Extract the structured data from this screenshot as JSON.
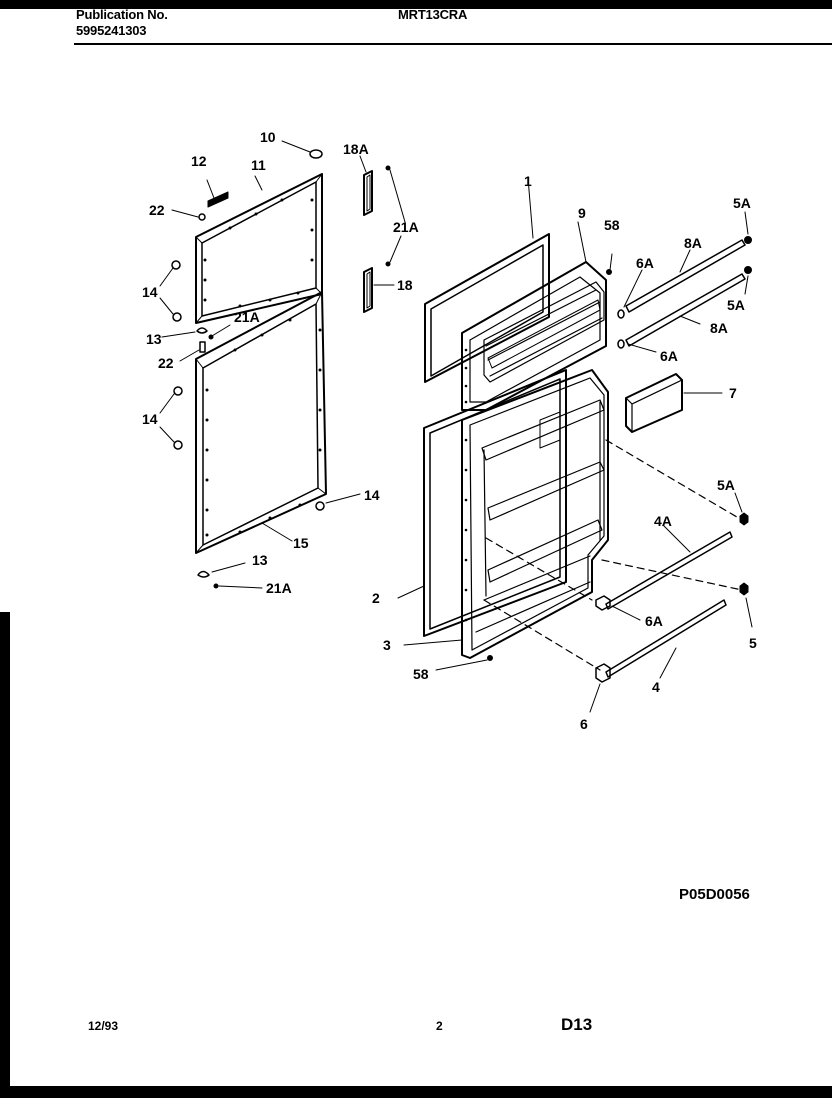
{
  "header": {
    "publication_label": "Publication No.",
    "publication_number": "5995241303",
    "model": "MRT13CRA"
  },
  "diagram": {
    "code": "P05D0056",
    "callouts": {
      "c10": "10",
      "c12": "12",
      "c11": "11",
      "c22a": "22",
      "c14a": "14",
      "c13a": "13",
      "c21a_a": "21A",
      "c22b": "22",
      "c14b": "14",
      "c14c": "14",
      "c15": "15",
      "c13b": "13",
      "c21a_b": "21A",
      "c18a": "18A",
      "c21a_c": "21A",
      "c18": "18",
      "c1": "1",
      "c9": "9",
      "c58a": "58",
      "c6a_a": "6A",
      "c8a_a": "8A",
      "c5a_a": "5A",
      "c5a_b": "5A",
      "c8a_b": "8A",
      "c6a_b": "6A",
      "c7": "7",
      "c5a_c": "5A",
      "c4a": "4A",
      "c6a_c": "6A",
      "c5": "5",
      "c4": "4",
      "c6": "6",
      "c2": "2",
      "c3": "3",
      "c58b": "58"
    }
  },
  "footer": {
    "date": "12/93",
    "page": "2",
    "section": "D13"
  }
}
